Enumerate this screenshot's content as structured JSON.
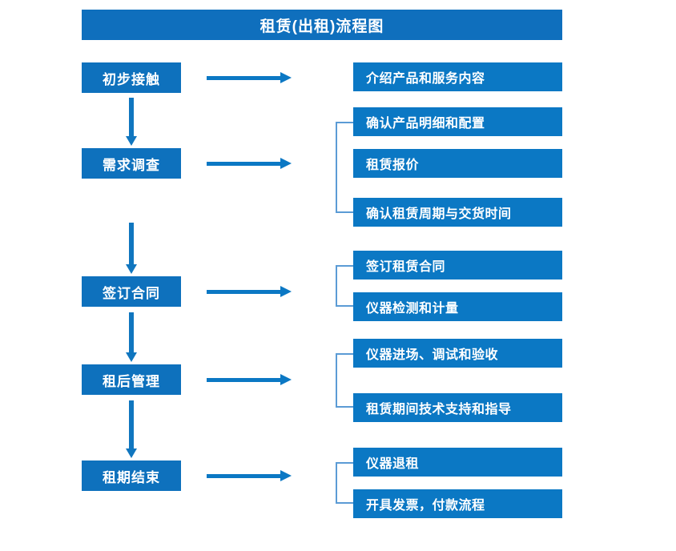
{
  "document": {
    "title": "租赁(出租)流程图",
    "type": "flowchart"
  },
  "colors": {
    "title_bar": "#0f6fbd",
    "stage_box": "#0e71bd",
    "detail_box": "#0b78c4",
    "arrow": "#0b78c4",
    "bracket": "#5b9bd5",
    "text": "#ffffff",
    "background": "#ffffff"
  },
  "flow": {
    "stages": [
      {
        "label": "初步接触",
        "details": [
          {
            "label": "介绍产品和服务内容"
          }
        ],
        "has_bracket": false
      },
      {
        "label": "需求调查",
        "details": [
          {
            "label": "确认产品明细和配置"
          },
          {
            "label": "租赁报价"
          },
          {
            "label": "确认租赁周期与交货时间"
          }
        ],
        "has_bracket": true
      },
      {
        "label": "签订合同",
        "details": [
          {
            "label": "签订租赁合同"
          },
          {
            "label": "仪器检测和计量"
          }
        ],
        "has_bracket": true
      },
      {
        "label": "租后管理",
        "details": [
          {
            "label": "仪器进场、调试和验收"
          },
          {
            "label": "租赁期间技术支持和指导"
          }
        ],
        "has_bracket": true
      },
      {
        "label": "租期结束",
        "details": [
          {
            "label": "仪器退租"
          },
          {
            "label": "开具发票，付款流程"
          }
        ],
        "has_bracket": true
      }
    ]
  }
}
